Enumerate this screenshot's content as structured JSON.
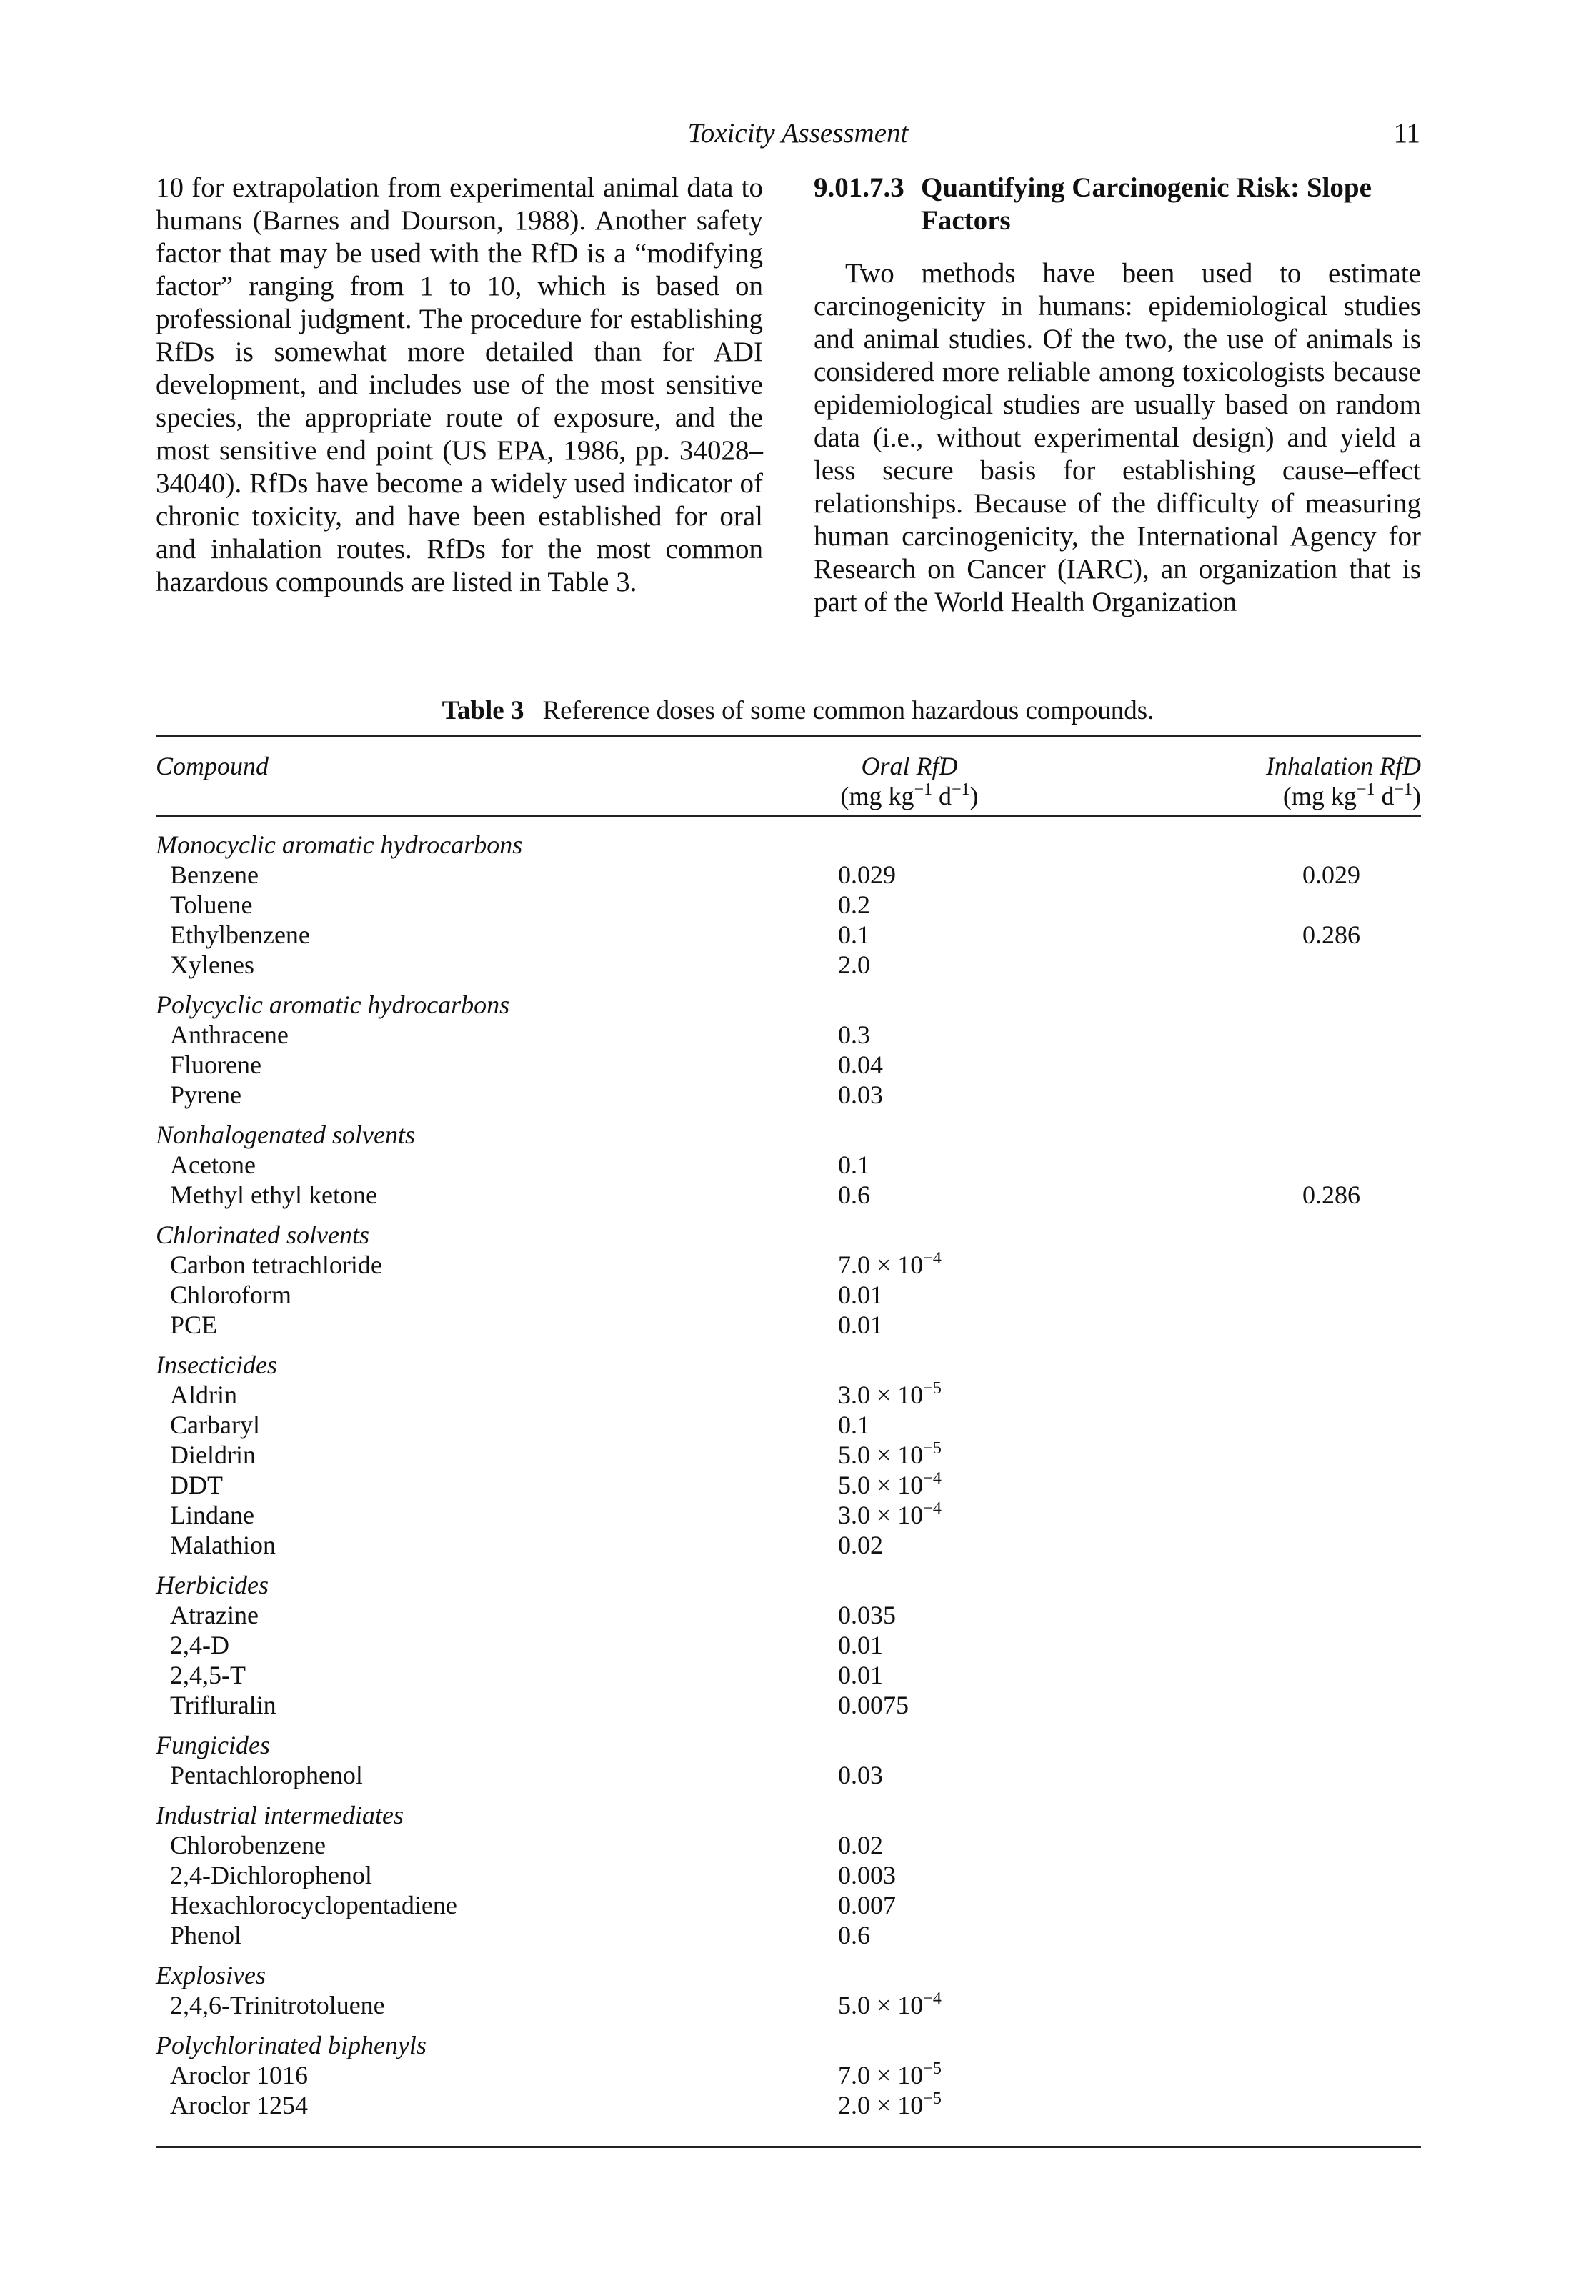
{
  "header": {
    "running_title": "Toxicity Assessment",
    "page_number": "11"
  },
  "left_column": {
    "paragraph": "10 for extrapolation from experimental animal data to humans (Barnes and Dourson, 1988). Another safety factor that may be used with the RfD is a “modifying factor” ranging from 1 to 10, which is based on professional judgment. The procedure for establishing RfDs is somewhat more detailed than for ADI development, and includes use of the most sensitive species, the appropriate route of exposure, and the most sensitive end point (US EPA, 1986, pp. 34028–34040). RfDs have become a widely used indicator of chronic toxicity, and have been established for oral and inhalation routes. RfDs for the most common hazardous compounds are listed in Table 3."
  },
  "right_column": {
    "section_number": "9.01.7.3",
    "section_title": "Quantifying Carcinogenic Risk: Slope Factors",
    "paragraph": "Two methods have been used to estimate carcinogenicity in humans: epidemiological studies and animal studies. Of the two, the use of animals is considered more reliable among toxicologists because epidemiological studies are usually based on random data (i.e., without experimental design) and yield a less secure basis for establishing cause–effect relationships. Because of the difficulty of measuring human carcinogenicity, the International Agency for Research on Cancer (IARC), an organization that is part of the World Health Organization"
  },
  "table": {
    "label": "Table 3",
    "caption": "Reference doses of some common hazardous compounds.",
    "col_compound": "Compound",
    "col_oral": "Oral RfD",
    "col_oral_unit": "(mg kg−1 d−1)",
    "col_inhalation": "Inhalation RfD",
    "col_inhalation_unit": "(mg kg−1 d−1)",
    "groups": [
      {
        "title": "Monocyclic aromatic hydrocarbons",
        "rows": [
          {
            "compound": "Benzene",
            "oral": "0.029",
            "inhalation": "0.029"
          },
          {
            "compound": "Toluene",
            "oral": "0.2",
            "inhalation": ""
          },
          {
            "compound": "Ethylbenzene",
            "oral": "0.1",
            "inhalation": "0.286"
          },
          {
            "compound": "Xylenes",
            "oral": "2.0",
            "inhalation": ""
          }
        ]
      },
      {
        "title": "Polycyclic aromatic hydrocarbons",
        "rows": [
          {
            "compound": "Anthracene",
            "oral": "0.3",
            "inhalation": ""
          },
          {
            "compound": "Fluorene",
            "oral": "0.04",
            "inhalation": ""
          },
          {
            "compound": "Pyrene",
            "oral": "0.03",
            "inhalation": ""
          }
        ]
      },
      {
        "title": "Nonhalogenated solvents",
        "rows": [
          {
            "compound": "Acetone",
            "oral": "0.1",
            "inhalation": ""
          },
          {
            "compound": "Methyl ethyl ketone",
            "oral": "0.6",
            "inhalation": "0.286"
          }
        ]
      },
      {
        "title": "Chlorinated solvents",
        "rows": [
          {
            "compound": "Carbon tetrachloride",
            "oral": "7.0 × 10^−4",
            "inhalation": ""
          },
          {
            "compound": "Chloroform",
            "oral": "0.01",
            "inhalation": ""
          },
          {
            "compound": "PCE",
            "oral": "0.01",
            "inhalation": ""
          }
        ]
      },
      {
        "title": "Insecticides",
        "rows": [
          {
            "compound": "Aldrin",
            "oral": "3.0 × 10^−5",
            "inhalation": ""
          },
          {
            "compound": "Carbaryl",
            "oral": "0.1",
            "inhalation": ""
          },
          {
            "compound": "Dieldrin",
            "oral": "5.0 × 10^−5",
            "inhalation": ""
          },
          {
            "compound": "DDT",
            "oral": "5.0 × 10^−4",
            "inhalation": ""
          },
          {
            "compound": "Lindane",
            "oral": "3.0 × 10^−4",
            "inhalation": ""
          },
          {
            "compound": "Malathion",
            "oral": "0.02",
            "inhalation": ""
          }
        ]
      },
      {
        "title": "Herbicides",
        "rows": [
          {
            "compound": "Atrazine",
            "oral": "0.035",
            "inhalation": ""
          },
          {
            "compound": "2,4-D",
            "oral": "0.01",
            "inhalation": ""
          },
          {
            "compound": "2,4,5-T",
            "oral": "0.01",
            "inhalation": ""
          },
          {
            "compound": "Trifluralin",
            "oral": "0.0075",
            "inhalation": ""
          }
        ]
      },
      {
        "title": "Fungicides",
        "rows": [
          {
            "compound": "Pentachlorophenol",
            "oral": "0.03",
            "inhalation": ""
          }
        ]
      },
      {
        "title": "Industrial intermediates",
        "rows": [
          {
            "compound": "Chlorobenzene",
            "oral": "0.02",
            "inhalation": ""
          },
          {
            "compound": "2,4-Dichlorophenol",
            "oral": "0.003",
            "inhalation": ""
          },
          {
            "compound": "Hexachlorocyclopentadiene",
            "oral": "0.007",
            "inhalation": ""
          },
          {
            "compound": "Phenol",
            "oral": "0.6",
            "inhalation": ""
          }
        ]
      },
      {
        "title": "Explosives",
        "rows": [
          {
            "compound": "2,4,6-Trinitrotoluene",
            "oral": "5.0 × 10^−4",
            "inhalation": ""
          }
        ]
      },
      {
        "title": "Polychlorinated biphenyls",
        "rows": [
          {
            "compound": "Aroclor 1016",
            "oral": "7.0 × 10^−5",
            "inhalation": ""
          },
          {
            "compound": "Aroclor 1254",
            "oral": "2.0 × 10^−5",
            "inhalation": ""
          }
        ]
      }
    ]
  }
}
